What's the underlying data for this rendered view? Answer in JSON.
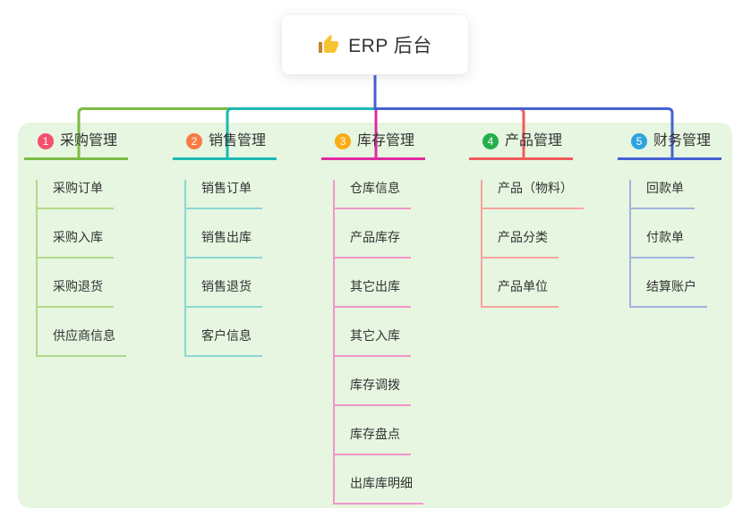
{
  "root": {
    "label": "ERP 后台",
    "icon": "thumbs-up-icon",
    "icon_colors": {
      "hand": "#F7C332",
      "cuff": "#C7812F"
    }
  },
  "trunk_color": "#4A5ED6",
  "panel": {
    "color": "#E6F6E0"
  },
  "branches": [
    {
      "badge": "1",
      "label": "采购管理",
      "badge_color": "#F4516C",
      "line_color": "#7CBB45",
      "light_color": "#B3D88C",
      "children": [
        "采购订单",
        "采购入库",
        "采购退货",
        "供应商信息"
      ]
    },
    {
      "badge": "2",
      "label": "销售管理",
      "badge_color": "#F97B45",
      "line_color": "#1EB9B2",
      "light_color": "#8CD8D3",
      "children": [
        "销售订单",
        "销售出库",
        "销售退货",
        "客户信息"
      ]
    },
    {
      "badge": "3",
      "label": "库存管理",
      "badge_color": "#FBAC14",
      "line_color": "#E02AA2",
      "light_color": "#F295CC",
      "children": [
        "仓库信息",
        "产品库存",
        "其它出库",
        "其它入库",
        "库存调拨",
        "库存盘点",
        "出库库明细"
      ]
    },
    {
      "badge": "4",
      "label": "产品管理",
      "badge_color": "#23AF4D",
      "line_color": "#F25A5A",
      "light_color": "#F8A49E",
      "children": [
        "产品（物料）",
        "产品分类",
        "产品单位"
      ]
    },
    {
      "badge": "5",
      "label": "财务管理",
      "badge_color": "#2EA4DF",
      "line_color": "#4462D4",
      "light_color": "#A3B2DF",
      "children": [
        "回款单",
        "付款单",
        "结算账户"
      ]
    }
  ]
}
